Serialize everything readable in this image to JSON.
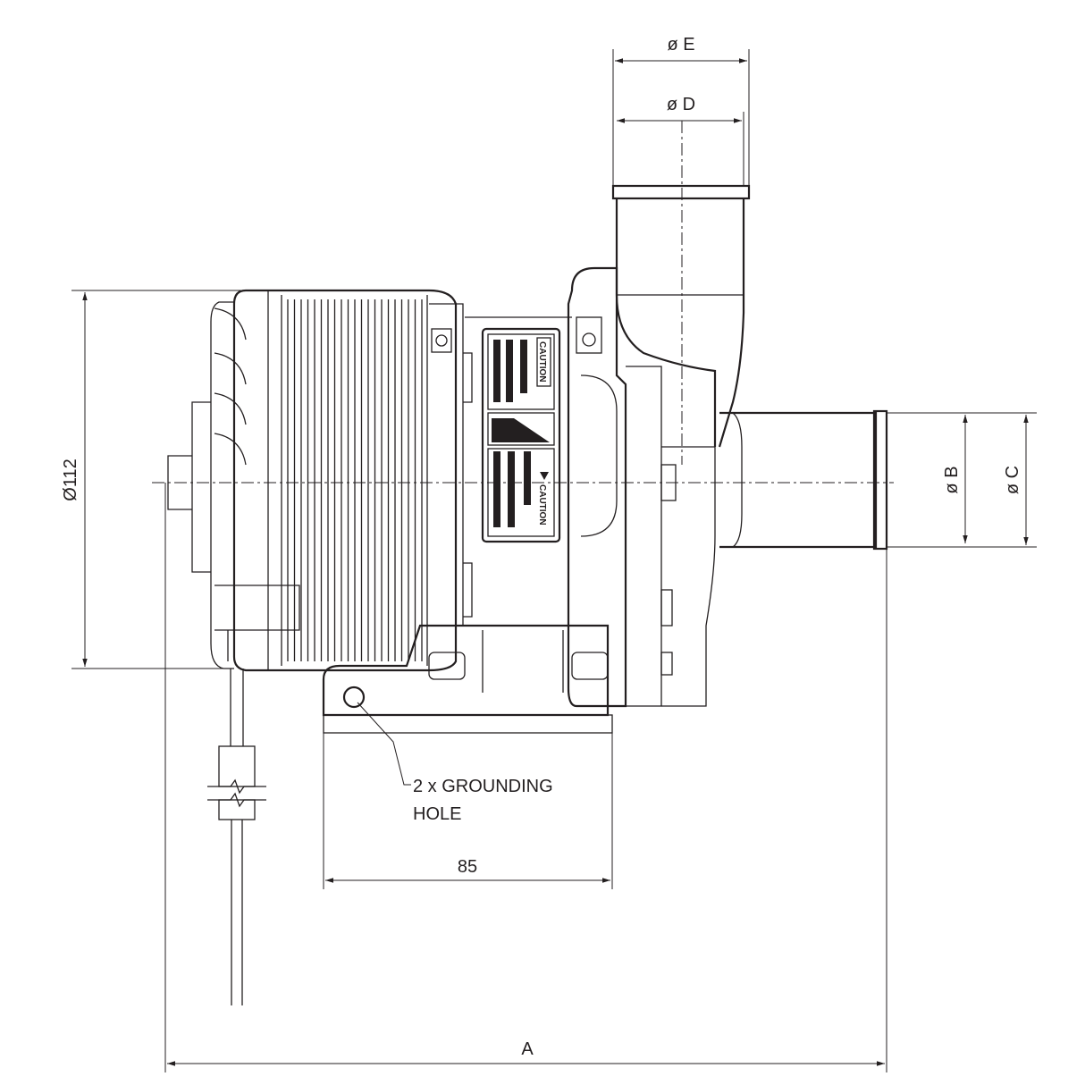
{
  "drawing": {
    "labels": {
      "dia_e": "ø E",
      "dia_d": "ø D",
      "dia_112": "Ø112",
      "dia_b": "ø B",
      "dia_c": "ø C",
      "grounding_line1": "2 x GROUNDING",
      "grounding_line2": "HOLE",
      "dim_85": "85",
      "dim_a": "A"
    },
    "warning_label_text": [
      "CAUTION",
      "CAUTION"
    ],
    "line_color": "#231f20"
  }
}
